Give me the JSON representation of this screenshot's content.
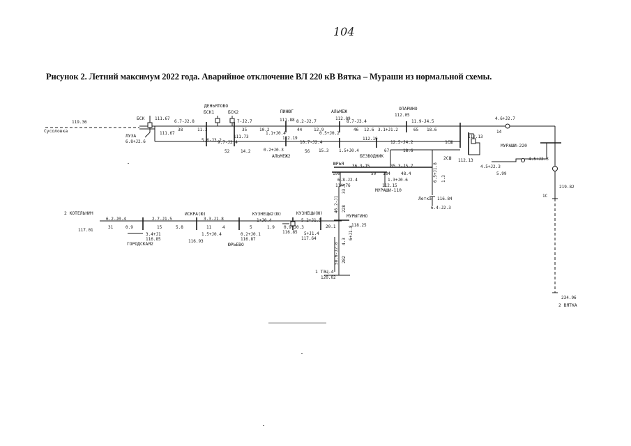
{
  "page_number": "104",
  "caption": "Рисунок 2. Летний максимум 2022 года. Аварийное отключение ВЛ 220 кВ Вятка – Мураши из нормальной схемы.",
  "labels": {
    "susolovka": "Сусоловка",
    "u_susolovka": "119.36",
    "bsk": "БСК",
    "u_bsk": "111.67",
    "u_bsk2": "111.67",
    "luza": "ЛУЗА",
    "f_luza": "6.8+J2.6",
    "denyatovo": "ДЕНЬЯТОВО",
    "bsk1": "БСК1",
    "bsk2": "БСК2",
    "u_deny": "111.73",
    "f_deny": "5.6-J3.2",
    "pinyug": "ПИНЮГ",
    "u_pinyug": "111.88",
    "almezh": "АЛЬМЕЖ",
    "u_almezh": "112.09",
    "oparino": "ОПАРИНО",
    "u_oparino": "112.05",
    "f1": "6.7-J2.8",
    "f2": "7-J2.7",
    "f3": "8.2-J2.7",
    "f4": "8.7-J3.4",
    "f5": "11.9-J4.5",
    "v38": "38",
    "v113": "11.3",
    "v35": "35",
    "v102": "10.2",
    "v44": "44",
    "v129": "12.9",
    "v46": "46",
    "v126": "12.6",
    "v65": "65",
    "v186": "18.6",
    "f6": "1.1+J0.4",
    "f7": "0.5+J0.2",
    "f8": "3.1+J1.2",
    "f9": "9.7-J2.4",
    "v52": "52",
    "v142": "14.2",
    "f10": "0.2+J0.3",
    "almezh2": "АЛЬМЕЖ2",
    "u_almezh2": "112.19",
    "f11": "10.7-J2.4",
    "v56": "56",
    "v153": "15.3",
    "f12": "1.5+J0.4",
    "u_bezv": "112.19",
    "bezvodnik": "БЕЗВОДНИК",
    "f13": "12.5-J4.2",
    "v67": "67",
    "v186b": "18.6",
    "sh1": "1СШ",
    "sh2": "2СШ",
    "u_sh1": "112.13",
    "u_sh2": "112.13",
    "murashi220": "МУРАШИ-220",
    "f_top": "4.6+J2.7",
    "v14": "14",
    "f_mur": "4.5+J2.3",
    "f_mur2": "4.5+J2.3",
    "u_mur": "5.99",
    "u_r1": "219.82",
    "v1c": "1С",
    "u_vyatka": "234.96",
    "vyatka2": "2 ВЯТКА",
    "yurya": "ЮРЬЯ",
    "f14": "36.3-J5",
    "f15": "35.3-J5.7",
    "v190": "190",
    "v50": "50",
    "v184": "184",
    "v484": "48.4",
    "f16": "6.8-J2.4",
    "u_yurya": "114.76",
    "f17": "1.3+J0.6",
    "u_murashi110": "112.15",
    "murashi110": "МУРАШИ-110",
    "f_vert1": "46.2-J1",
    "v_vert1": "228",
    "v_vert1b": "33.6",
    "f_vert2": "6.5+J1.8",
    "v_vert2": "1.3",
    "u_letka": "116.84",
    "letka": "Летка",
    "f_letka": "6.4-J2.3",
    "kotelnich": "2 КОТЕЛЬНИЧ",
    "u_kot": "117.01",
    "f18": "6.2-J0.4",
    "v31": "31",
    "v09": "0.9",
    "f19": "2.7-J1.5",
    "v15": "15",
    "v58": "5.8",
    "f20": "3.4+J1",
    "u_gor": "116.85",
    "gorodskaya": "ГОРОДСКАЯ2",
    "iskra": "ИСКРА(Ю)",
    "f21": "3.3-J1.8",
    "v11": "11",
    "v4": "4",
    "f22": "1.5+J0.4",
    "u_iskra": "116.93",
    "kuznetsy2": "КУЗНЕЦЫ2(Ю)",
    "f23": "1+J0.4",
    "v5": "5",
    "v19": "1.9",
    "f24": "0.2+J0.1",
    "u_kuz2": "116.87",
    "yurevo": "ЮРЬЕВО",
    "kuznetsy": "КУЗНЕЦЫ(Ю)",
    "f25": "5.2+J1.5",
    "f26": "0.9+J0.3",
    "u_kuz": "116.85",
    "f27": "5+J1.4",
    "u_kuz3": "117.64",
    "v201": "20.1",
    "murygino": "МУРЫГИНО",
    "u_mur2": "118.25",
    "f_vert3": "58.6-J2.8",
    "v_vert3": "282",
    "v_vert3b": "4.3",
    "f_vert4": "6+J1.8",
    "tets": "1 ТЭЦ-4",
    "u_tets": "120.02"
  }
}
